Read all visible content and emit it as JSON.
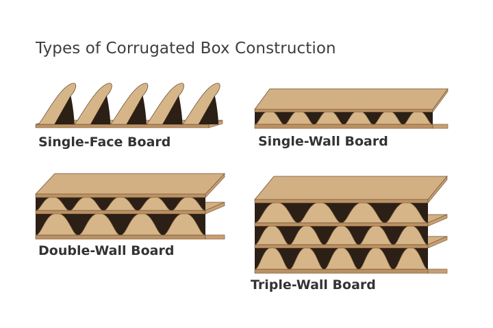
{
  "title": "Types of Corrugated Box Construction",
  "boards": [
    {
      "id": "single-face",
      "label": "Single-Face Board",
      "liners": 1,
      "flute_layers": 1
    },
    {
      "id": "single-wall",
      "label": "Single-Wall Board",
      "liners": 2,
      "flute_layers": 1
    },
    {
      "id": "double-wall",
      "label": "Double-Wall Board",
      "liners": 3,
      "flute_layers": 2
    },
    {
      "id": "triple-wall",
      "label": "Triple-Wall Board",
      "liners": 4,
      "flute_layers": 3
    }
  ],
  "colors": {
    "liner_top": "#d2b083",
    "liner_edge": "#bc9162",
    "liner_side": "#c89f72",
    "flute_light": "#d6b588",
    "flute_shadow": "#2b1f16",
    "outline": "#6e5036",
    "text": "#333333"
  }
}
